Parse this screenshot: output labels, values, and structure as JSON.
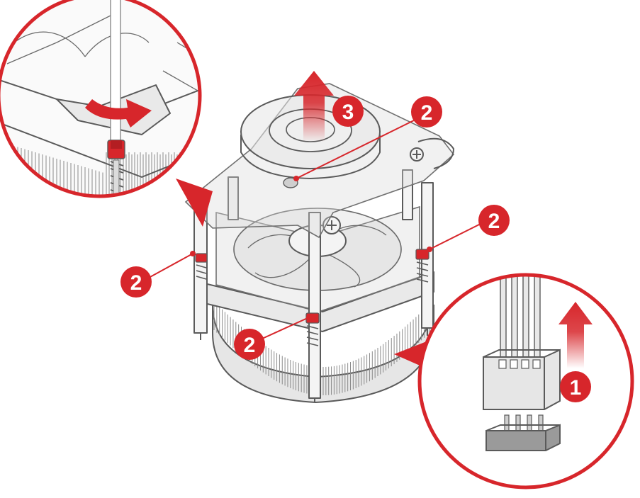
{
  "accent_color": "#d7262b",
  "step_labels": {
    "disconnect_cable": "1",
    "loosen_screw_top": "2",
    "loosen_screw_right": "2",
    "loosen_screw_left": "2",
    "loosen_screw_front": "2",
    "lift_heatsink": "3"
  },
  "icons": {
    "rotate_arrow": "curved-arrow-icon",
    "lift_arrow": "up-arrow-icon",
    "unplug_arrow": "up-arrow-icon"
  }
}
